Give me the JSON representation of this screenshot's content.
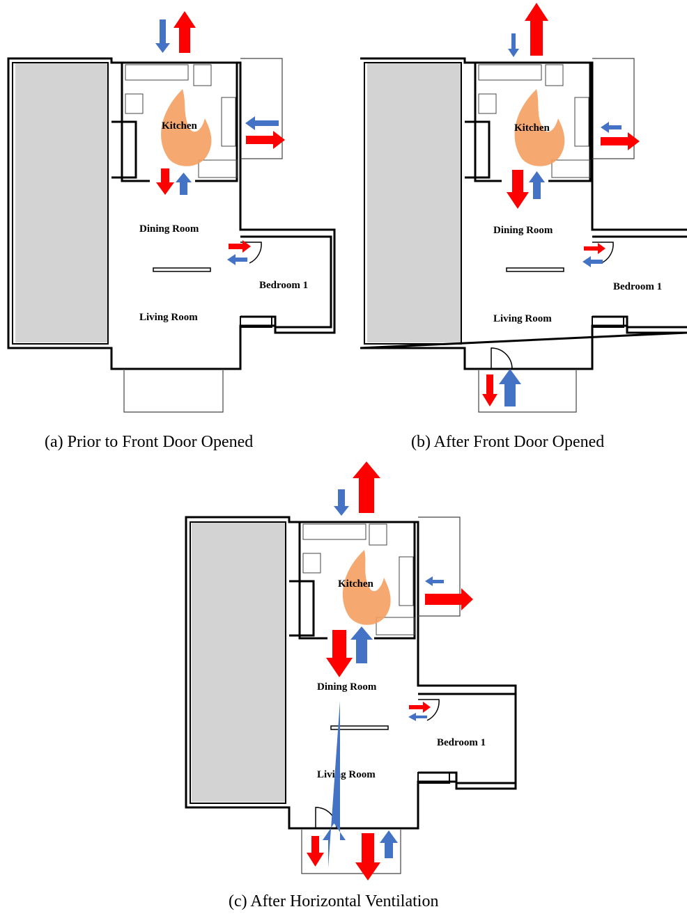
{
  "colors": {
    "hot_air_out": "#ff0000",
    "cool_air_in": "#4472c4",
    "fire": "#f4a060",
    "garage_fill": "#d3d3d3",
    "wall": "#000000"
  },
  "legend_icons": {
    "fire": "fire-icon",
    "arrow_out": "red-arrow-icon",
    "arrow_in": "blue-arrow-icon"
  },
  "rooms": {
    "kitchen": "Kitchen",
    "dining": "Dining Room",
    "living": "Living Room",
    "bedroom": "Bedroom 1"
  },
  "panels": [
    {
      "id": "a",
      "caption": "(a) Prior to Front Door Opened",
      "front_door_open": false,
      "window_open": false
    },
    {
      "id": "b",
      "caption": "(b) After Front Door Opened",
      "front_door_open": true,
      "window_open": false
    },
    {
      "id": "c",
      "caption": "(c) After Horizontal Ventilation",
      "front_door_open": true,
      "window_open": true
    }
  ]
}
